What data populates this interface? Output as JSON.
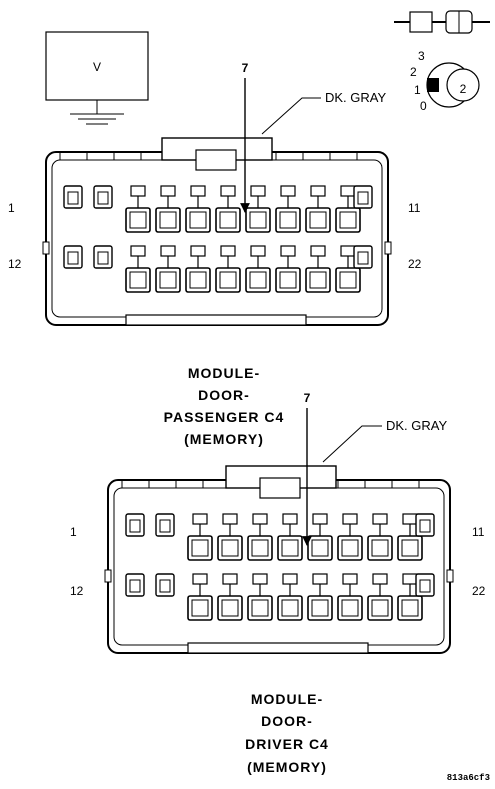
{
  "header_box": {
    "label": "V"
  },
  "keying_key": {
    "marks": [
      "3",
      "2",
      "1",
      "0"
    ],
    "symbol": "2"
  },
  "connectors": [
    {
      "id": "passenger",
      "pin_callout": "7",
      "color_label": "DK. GRAY",
      "left_top_pin": "1",
      "left_bottom_pin": "12",
      "right_top_pin": "11",
      "right_bottom_pin": "22",
      "title_lines": [
        "MODULE-",
        "DOOR-",
        "PASSENGER C4",
        "(MEMORY)"
      ]
    },
    {
      "id": "driver",
      "pin_callout": "7",
      "color_label": "DK. GRAY",
      "left_top_pin": "1",
      "left_bottom_pin": "12",
      "right_top_pin": "11",
      "right_bottom_pin": "22",
      "title_lines": [
        "MODULE-",
        "DOOR-",
        "DRIVER C4",
        "(MEMORY)"
      ]
    }
  ],
  "ref_code": "813a6cf3"
}
